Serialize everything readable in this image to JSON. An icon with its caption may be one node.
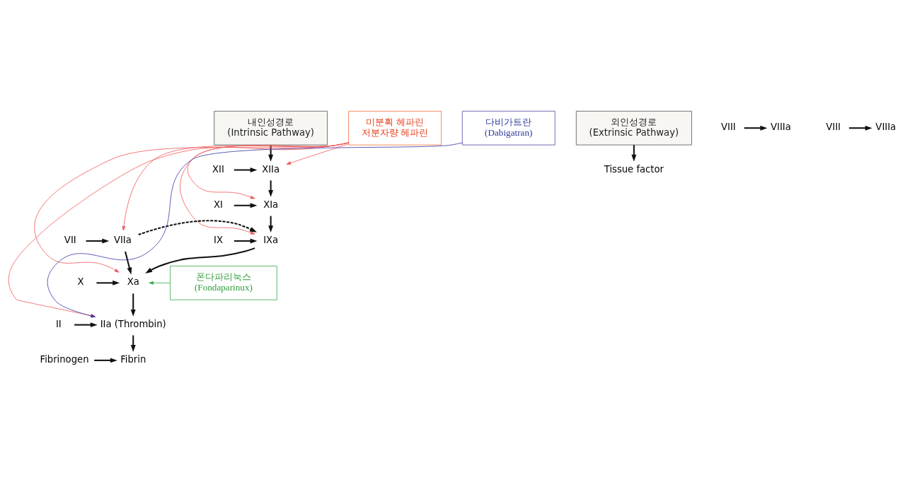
{
  "diagram": {
    "nodes": [
      {
        "text": [
          "내인성경로",
          "(Intrinsic Pathway)"
        ]
      },
      {
        "text": [
          "미분획 헤파린",
          "저분자량 헤파린"
        ]
      },
      {
        "text": [
          "외인성경로",
          "(Extrinsic Pathway)"
        ]
      },
      {
        "text": [
          "XII"
        ]
      },
      {
        "text": [
          "XIIa"
        ]
      },
      {
        "text": [
          "Tissue factor"
        ]
      },
      {
        "text": [
          "XI"
        ]
      },
      {
        "text": [
          "XIa"
        ]
      },
      {
        "text": [
          "IX"
        ]
      },
      {
        "text": [
          "IXa"
        ]
      },
      {
        "text": [
          "VIIa"
        ]
      },
      {
        "text": [
          "VII"
        ]
      },
      {
        "text": [
          "VIII"
        ]
      },
      {
        "text": [
          "VIIIa"
        ]
      },
      {
        "text": [
          "X"
        ]
      },
      {
        "text": [
          "Xa"
        ]
      },
      {
        "text": [
          "폰다파리눅스",
          "(Fondaparinux)"
        ]
      },
      {
        "text": [
          "VIII"
        ]
      },
      {
        "text": [
          "VIIIa"
        ]
      },
      {
        "text": [
          "다비가트란",
          "(Dabigatran)"
        ]
      },
      {
        "text": [
          "II"
        ]
      },
      {
        "text": [
          "IIa (Thrombin)"
        ]
      },
      {
        "text": [
          "Fibrinogen"
        ]
      },
      {
        "text": [
          "Fibrin"
        ]
      }
    ],
    "edges": [
      {
        "from": 0,
        "to": 4,
        "arrow": "to"
      },
      {
        "from": 2,
        "to": 5,
        "arrow": "to"
      },
      {
        "from": 3,
        "to": 4,
        "arrow": "to"
      },
      {
        "from": 1,
        "to": 4,
        "arrow": "to",
        "color": "#f05a5a"
      },
      {
        "from": 4,
        "to": 7,
        "arrow": "to"
      },
      {
        "from": 6,
        "to": 7,
        "arrow": "to"
      },
      {
        "from": 1,
        "to": 7,
        "arrow": "to",
        "color": "#f05a5a"
      },
      {
        "from": 7,
        "to": 9,
        "arrow": "to"
      },
      {
        "from": 8,
        "to": 9,
        "arrow": "to"
      },
      {
        "from": 10,
        "to": 9,
        "arrow": "to",
        "style": "dashed"
      },
      {
        "from": 1,
        "to": 9,
        "arrow": "to",
        "color": "#f05a5a"
      },
      {
        "from": 1,
        "to": 10,
        "arrow": "to",
        "color": "#f05a5a"
      },
      {
        "from": 11,
        "to": 10,
        "arrow": "to"
      },
      {
        "from": 12,
        "to": 13,
        "arrow": "to"
      },
      {
        "from": 9,
        "to": 15,
        "arrow": "to"
      },
      {
        "from": 10,
        "to": 15,
        "arrow": "to"
      },
      {
        "from": 14,
        "to": 15,
        "arrow": "to"
      },
      {
        "from": 1,
        "to": 15,
        "arrow": "to",
        "color": "#f05a5a"
      },
      {
        "from": 16,
        "to": 15,
        "arrow": "to",
        "color": "#3aaa4a"
      },
      {
        "from": 17,
        "to": 18,
        "arrow": "to"
      },
      {
        "from": 15,
        "to": 21,
        "arrow": "to"
      },
      {
        "from": 20,
        "to": 21,
        "arrow": "to"
      },
      {
        "from": 1,
        "to": 21,
        "arrow": "to",
        "color": "#f05a5a"
      },
      {
        "from": 19,
        "to": 21,
        "arrow": "to",
        "color": "#3a3aa8"
      },
      {
        "from": 21,
        "to": 23,
        "arrow": "to"
      },
      {
        "from": 22,
        "to": 23,
        "arrow": "to"
      }
    ]
  }
}
